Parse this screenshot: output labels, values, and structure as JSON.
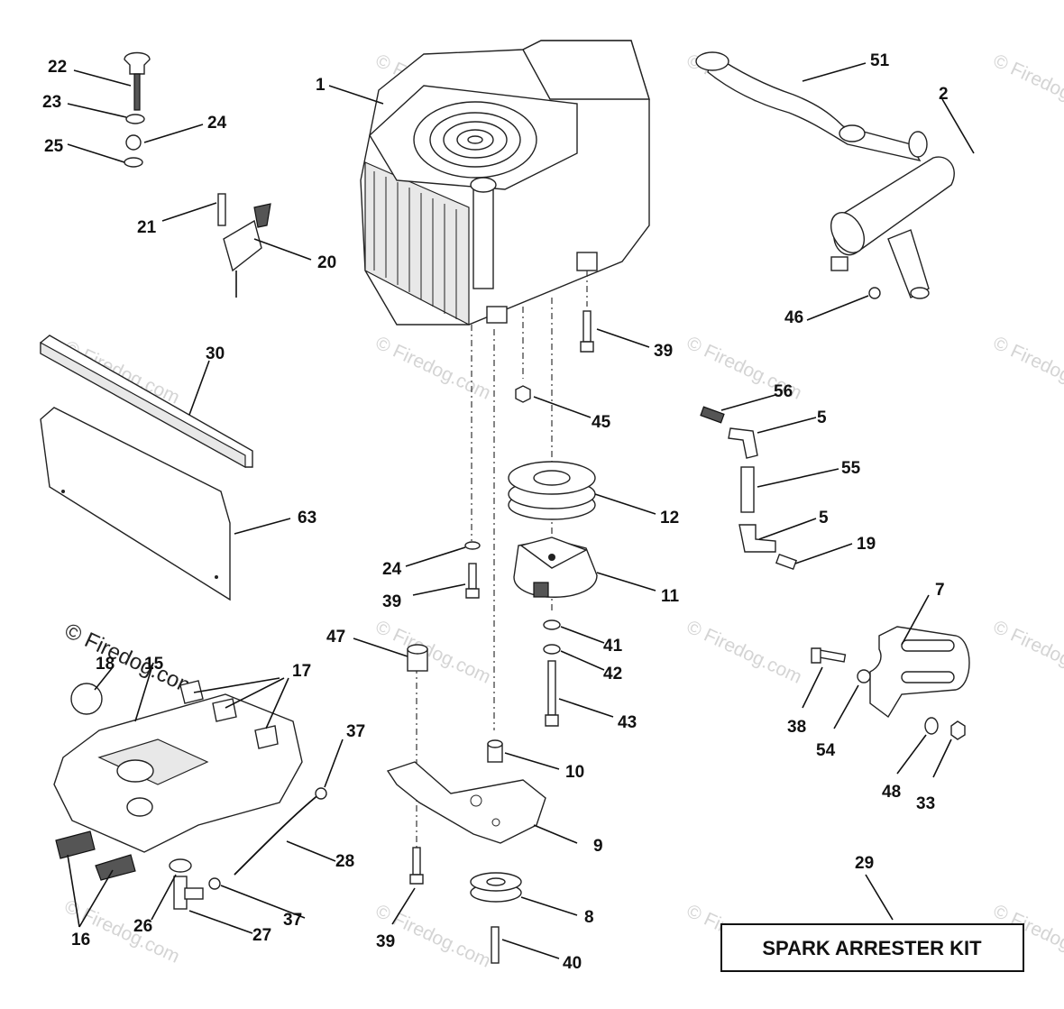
{
  "watermark": {
    "text": "© Firedog.com",
    "dark_text": "© Firedog.com"
  },
  "kit_label": "SPARK ARRESTER KIT",
  "labels": {
    "p1": "1",
    "p2": "2",
    "p5a": "5",
    "p5b": "5",
    "p7": "7",
    "p8": "8",
    "p9": "9",
    "p10": "10",
    "p11": "11",
    "p12": "12",
    "p15": "15",
    "p16": "16",
    "p17": "17",
    "p18": "18",
    "p19": "19",
    "p20": "20",
    "p21": "21",
    "p22": "22",
    "p23": "23",
    "p24a": "24",
    "p24b": "24",
    "p25": "25",
    "p26": "26",
    "p27": "27",
    "p28": "28",
    "p29": "29",
    "p30": "30",
    "p33": "33",
    "p37a": "37",
    "p37b": "37",
    "p38": "38",
    "p39a": "39",
    "p39b": "39",
    "p39c": "39",
    "p40": "40",
    "p41": "41",
    "p42": "42",
    "p43": "43",
    "p45": "45",
    "p46": "46",
    "p47": "47",
    "p48": "48",
    "p51": "51",
    "p54": "54",
    "p55": "55",
    "p56": "56",
    "p63": "63"
  }
}
